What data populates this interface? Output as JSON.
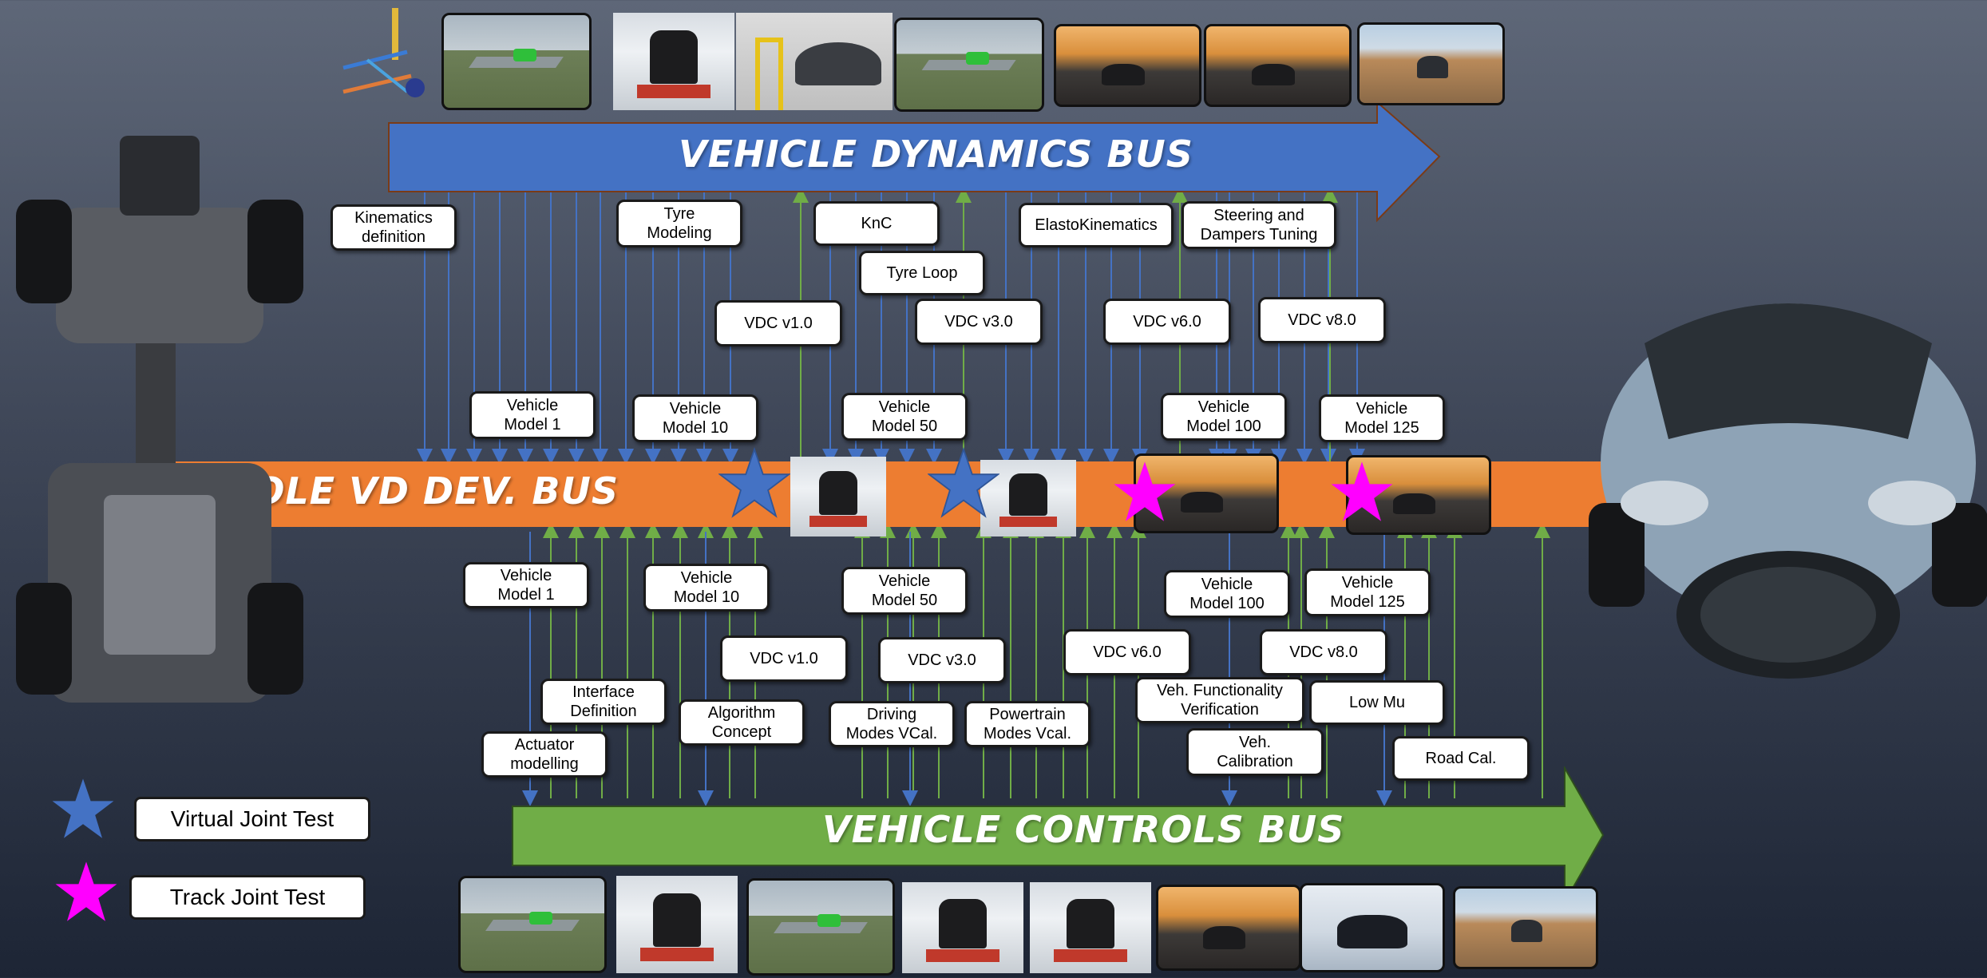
{
  "buses": {
    "dynamics": {
      "label": "VEHICLE DYNAMICS BUS",
      "color": "#4472c4"
    },
    "whole": {
      "label": "WHOLE VD DEV. BUS",
      "color": "#ed7d31"
    },
    "controls": {
      "label": "VEHICLE CONTROLS BUS",
      "color": "#70ad47"
    }
  },
  "dynamics_boxes": [
    "Kinematics\ndefinition",
    "Tyre\nModeling",
    "KnC",
    "Tyre Loop",
    "ElastoKinematics",
    "Steering and\nDampers Tuning",
    "VDC v1.0",
    "VDC v3.0",
    "VDC v6.0",
    "VDC v8.0",
    "Vehicle\nModel 1",
    "Vehicle\nModel 10",
    "Vehicle\nModel 50",
    "Vehicle\nModel 100",
    "Vehicle\nModel 125"
  ],
  "controls_boxes": [
    "Vehicle\nModel 1",
    "Vehicle\nModel 10",
    "Vehicle\nModel 50",
    "Vehicle\nModel 100",
    "Vehicle\nModel 125",
    "VDC v1.0",
    "VDC v3.0",
    "VDC v6.0",
    "VDC v8.0",
    "Interface\nDefinition",
    "Algorithm\nConcept",
    "Driving\nModes VCal.",
    "Powertrain\nModes Vcal.",
    "Veh. Functionality\nVerification",
    "Low Mu",
    "Actuator\nmodelling",
    "Veh.\nCalibration",
    "Road Cal."
  ],
  "legend": [
    {
      "label": "Virtual Joint Test",
      "color": "#4472c4",
      "icon": "star-icon"
    },
    {
      "label": "Track Joint Test",
      "color": "#ff00ff",
      "icon": "star-icon"
    }
  ],
  "markers": {
    "virtual_color": "#4472c4",
    "track_color": "#ff00ff"
  },
  "arrow_colors": {
    "blue": "#4472c4",
    "green": "#70ad47"
  }
}
